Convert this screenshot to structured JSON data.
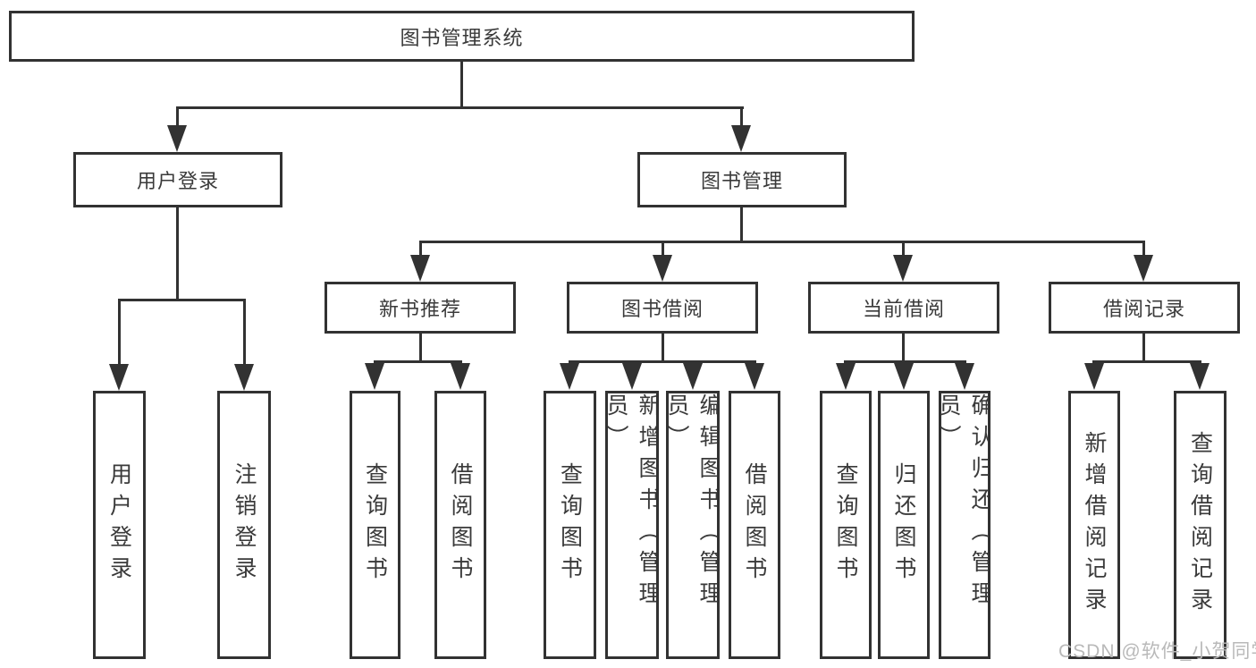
{
  "nodes": {
    "root": {
      "label": "图书管理系统"
    },
    "login": {
      "label": "用户登录",
      "children": [
        "用户登录",
        "注销登录"
      ]
    },
    "mgmt": {
      "label": "图书管理",
      "children": [
        {
          "label": "新书推荐",
          "children": [
            "查询图书",
            "借阅图书"
          ]
        },
        {
          "label": "图书借阅",
          "children": [
            "查询图书",
            "新增图书（管理员）",
            "编辑图书（管理员）",
            "借阅图书"
          ]
        },
        {
          "label": "当前借阅",
          "children": [
            "查询图书",
            "归还图书",
            "确认归还（管理员）"
          ]
        },
        {
          "label": "借阅记录",
          "children": [
            "新增借阅记录",
            "查询借阅记录"
          ]
        }
      ]
    }
  },
  "watermark": {
    "text": "CSDN @软件_小贺同学"
  },
  "colors": {
    "line": "#323232",
    "text": "#3a3a3a",
    "background": "#ffffff",
    "watermark": "#b9b9b9"
  }
}
